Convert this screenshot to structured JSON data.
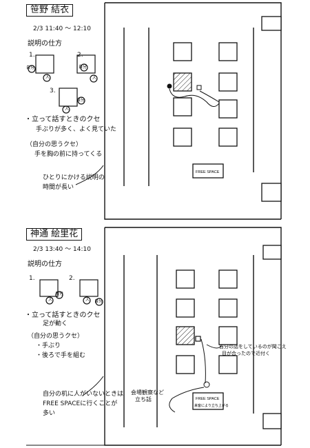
{
  "top": {
    "name": "笹野 結衣",
    "time": "2/3 11:40 〜 12:10",
    "method_heading": "説明の仕方",
    "steps": [
      "1.",
      "2.",
      "3."
    ],
    "chair_label": "自分",
    "person_label": "人",
    "habits_heading": "・立って話すときのクセ",
    "habit1": "手ぶりが多く、よく見ていた",
    "own_heading": "（自分の思うクセ）",
    "own1": "手を胸の前に持ってくる",
    "note1": "ひとりにかける説明の",
    "note2": "時間が長い",
    "free_space": "FREE SPACE"
  },
  "bottom": {
    "name": "神通 絵里花",
    "time": "2/3 13:40 〜 14:10",
    "method_heading": "説明の仕方",
    "steps": [
      "1.",
      "2."
    ],
    "chair_label": "自分",
    "person_label": "人",
    "habits_heading": "・立って話すときのクセ",
    "habit1": "足が動く",
    "own_heading": "（自分の思うクセ）",
    "own1": "・手ぶり",
    "own2": "・後ろで手を組む",
    "note1": "自分の机に人がいないときは",
    "note2": "FREE SPACEに行くことが",
    "note3": "多い",
    "venue_note1": "会場観察など",
    "venue_note2": "立ち話",
    "right_note1": "自分の話をしているのが聞こえ",
    "right_note2": "目が合ったので近付く",
    "free_space": "FREE SPACE",
    "free_sub": "来客により立ち上がる"
  }
}
